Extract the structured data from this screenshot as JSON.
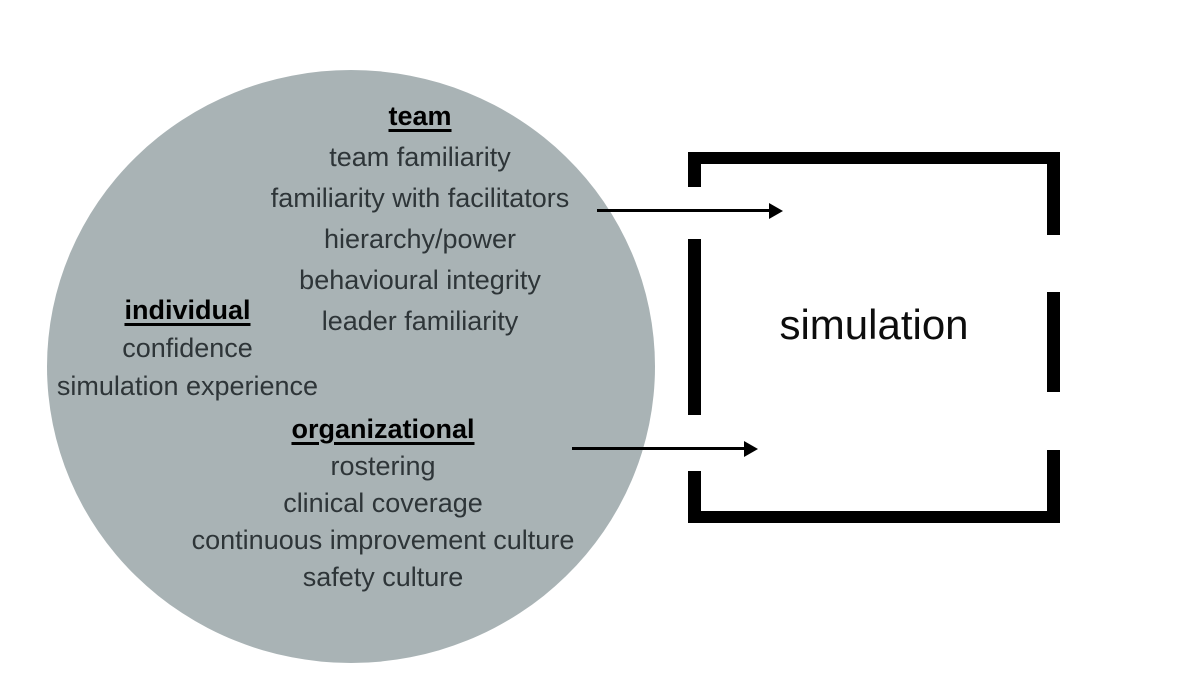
{
  "colors": {
    "background": "#ffffff",
    "circle_fill": "#a9b3b5",
    "body_text": "#2e3538",
    "heading_text": "#000000",
    "box_border": "#000000"
  },
  "circle_groups": [
    {
      "heading": "team",
      "items": [
        "team familiarity",
        "familiarity with facilitators",
        "hierarchy/power",
        "behavioural integrity",
        "leader familiarity"
      ]
    },
    {
      "heading": "individual",
      "items": [
        "confidence",
        "simulation experience"
      ]
    },
    {
      "heading": "organizational",
      "items": [
        "rostering",
        "clinical coverage",
        "continuous improvement culture",
        "safety culture"
      ]
    }
  ],
  "simulation_box": {
    "label": "simulation"
  },
  "arrows": [
    {
      "from": "familiarity with facilitators",
      "to": "simulation",
      "direction": "left-to-right"
    },
    {
      "from": "organizational",
      "to": "simulation",
      "direction": "left-to-right"
    }
  ]
}
